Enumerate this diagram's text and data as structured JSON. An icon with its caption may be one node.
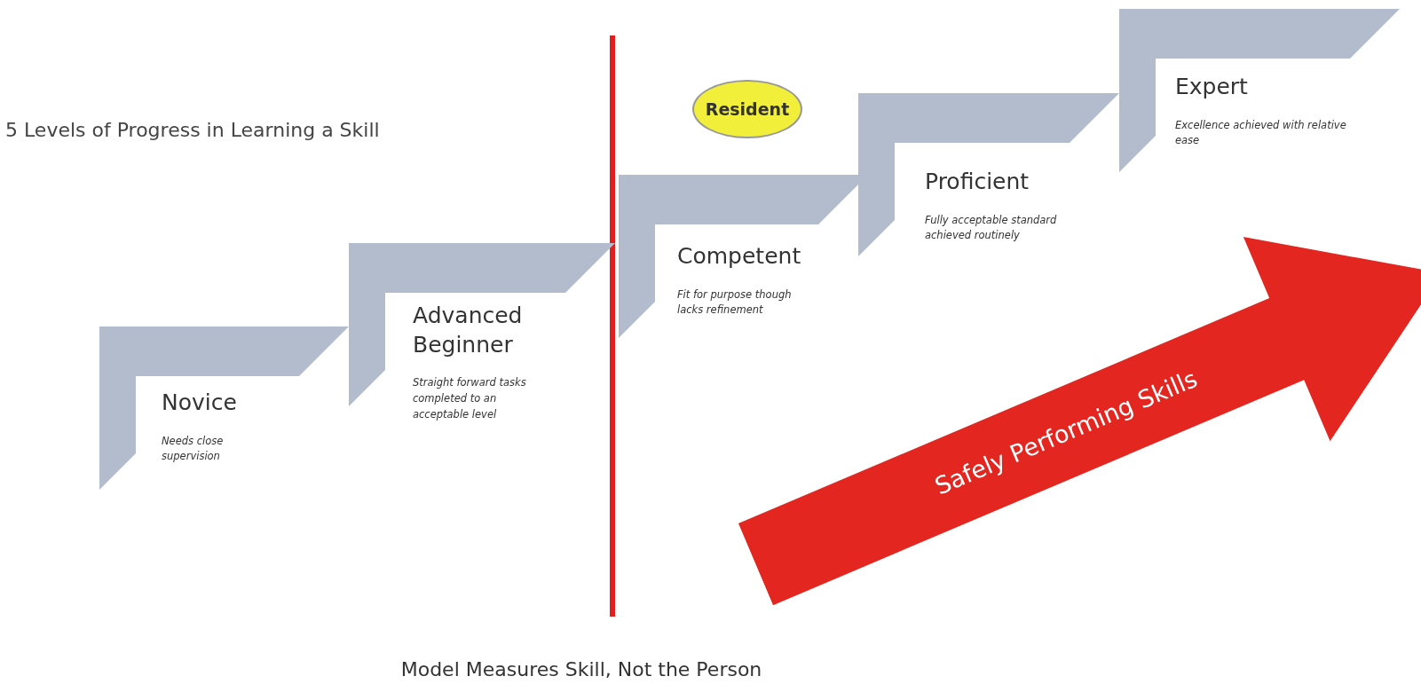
{
  "diagram": {
    "title": "5 Levels of Progress in Learning a Skill",
    "caption": "Model Measures Skill, Not the Person",
    "nodes": [
      {
        "text": [
          "Novice",
          "Needs close supervision"
        ]
      },
      {
        "text": [
          "Advanced Beginner",
          "Straight forward tasks completed to an acceptable level"
        ]
      },
      {
        "text": [
          "Competent",
          "Fit for purpose though lacks refinement"
        ]
      },
      {
        "text": [
          "Proficient",
          "Fully acceptable standard achieved routinely"
        ]
      },
      {
        "text": [
          "Expert",
          "Excellence achieved with relative ease"
        ]
      },
      {
        "text": [
          "Resident"
        ]
      },
      {
        "text": [
          "Safely Performing Skills"
        ]
      }
    ]
  }
}
